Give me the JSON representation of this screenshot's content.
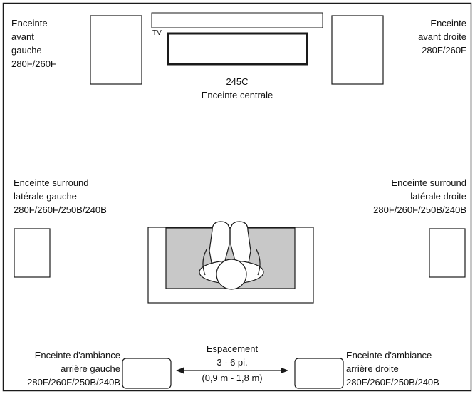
{
  "labels": {
    "front_left": "Enceinte\navant\ngauche\n280F/260F",
    "front_right": "Enceinte\navant droite\n280F/260F",
    "tv": "TV",
    "center_model": "245C",
    "center_name": "Enceinte centrale",
    "surround_left": "Enceinte surround\nlatérale gauche\n280F/260F/250B/240B",
    "surround_right": "Enceinte surround\nlatérale droite\n280F/260F/250B/240B",
    "rear_left": "Enceinte d'ambiance\narrière gauche\n280F/260F/250B/240B",
    "rear_right": "Enceinte d'ambiance\narrière droite\n280F/260F/250B/240B",
    "spacing_title": "Espacement",
    "spacing_feet": "3 - 6 pi.",
    "spacing_meters": "(0,9 m - 1,8 m)"
  },
  "colors": {
    "line": "#1a1a1a",
    "seat_fill": "#c8c8c8",
    "speaker_fill": "#ffffff"
  }
}
